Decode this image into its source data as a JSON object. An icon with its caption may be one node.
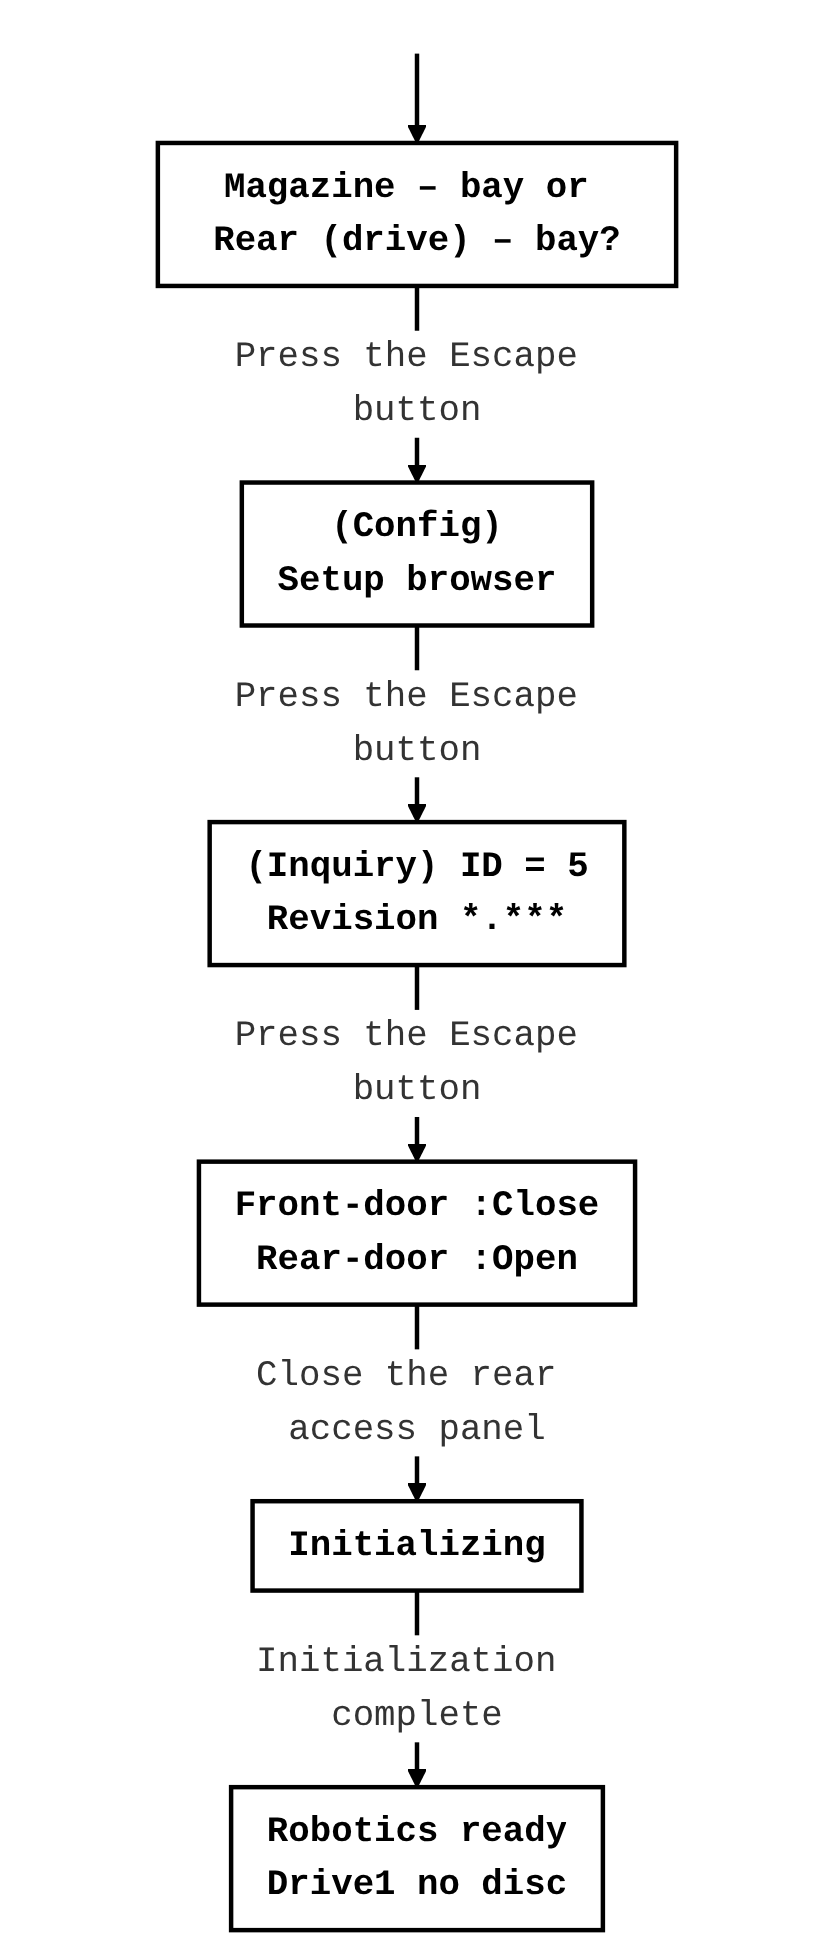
{
  "diagram": {
    "nodes": [
      {
        "text": [
          "Magazine – bay or Rear (drive) – bay?"
        ]
      },
      {
        "text": [
          "(Config)",
          "Setup browser"
        ]
      },
      {
        "text": [
          "(Inquiry) ID = 5",
          "Revision *.***"
        ]
      },
      {
        "text": [
          "Front-door :Close",
          "Rear-door :Open"
        ]
      },
      {
        "text": [
          "Initializing"
        ]
      },
      {
        "text": [
          "Robotics ready",
          "Drive1 no disc"
        ]
      }
    ],
    "edges": [
      {
        "from": null,
        "to": 0,
        "arrow": "to"
      },
      {
        "from": 0,
        "to": 1,
        "arrow": "to",
        "label": "Press the Escape button"
      },
      {
        "from": 1,
        "to": 2,
        "arrow": "to",
        "label": "Press the Escape button"
      },
      {
        "from": 2,
        "to": 3,
        "arrow": "to",
        "label": "Press the Escape button"
      },
      {
        "from": 3,
        "to": 4,
        "arrow": "to",
        "label": "Close the rear access panel"
      },
      {
        "from": 4,
        "to": 5,
        "arrow": "to",
        "label": "Initialization complete"
      }
    ]
  }
}
